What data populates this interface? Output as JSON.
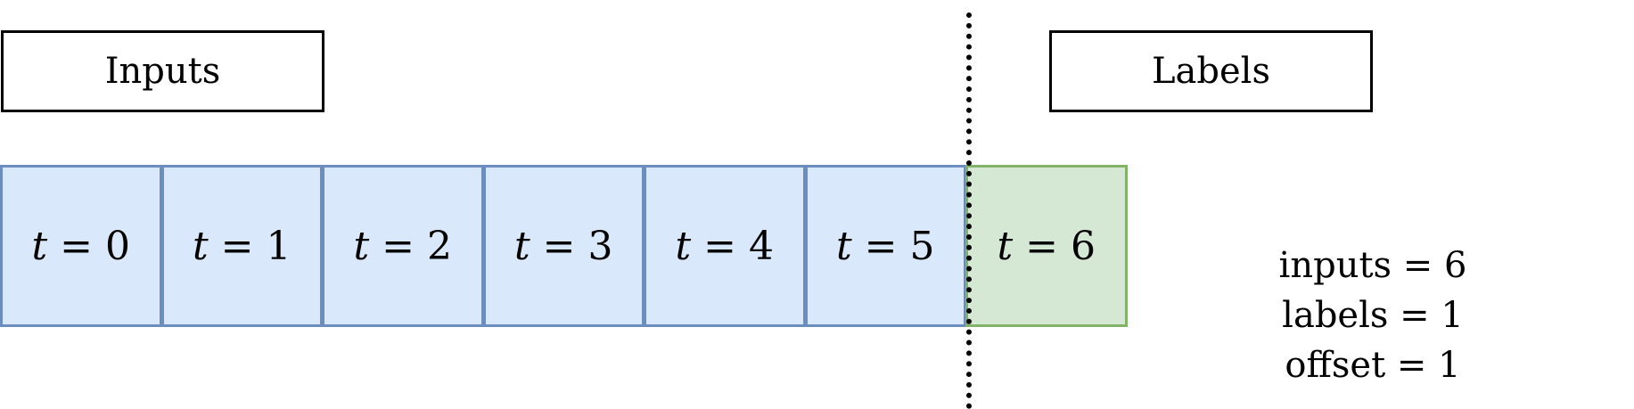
{
  "boxes": {
    "inputs_title": "Inputs",
    "labels_title": "Labels"
  },
  "timesteps": [
    {
      "var": "t",
      "eq": "=",
      "value": "0",
      "role": "input"
    },
    {
      "var": "t",
      "eq": "=",
      "value": "1",
      "role": "input"
    },
    {
      "var": "t",
      "eq": "=",
      "value": "2",
      "role": "input"
    },
    {
      "var": "t",
      "eq": "=",
      "value": "3",
      "role": "input"
    },
    {
      "var": "t",
      "eq": "=",
      "value": "4",
      "role": "input"
    },
    {
      "var": "t",
      "eq": "=",
      "value": "5",
      "role": "input"
    },
    {
      "var": "t",
      "eq": "=",
      "value": "6",
      "role": "label"
    }
  ],
  "params": {
    "inputs": "inputs = 6",
    "labels": "labels = 1",
    "offset": "offset = 1"
  },
  "colors": {
    "input_fill": "#dae8fc",
    "input_border": "#6c8ebf",
    "label_fill": "#d5e8d4",
    "label_border": "#82b366"
  }
}
